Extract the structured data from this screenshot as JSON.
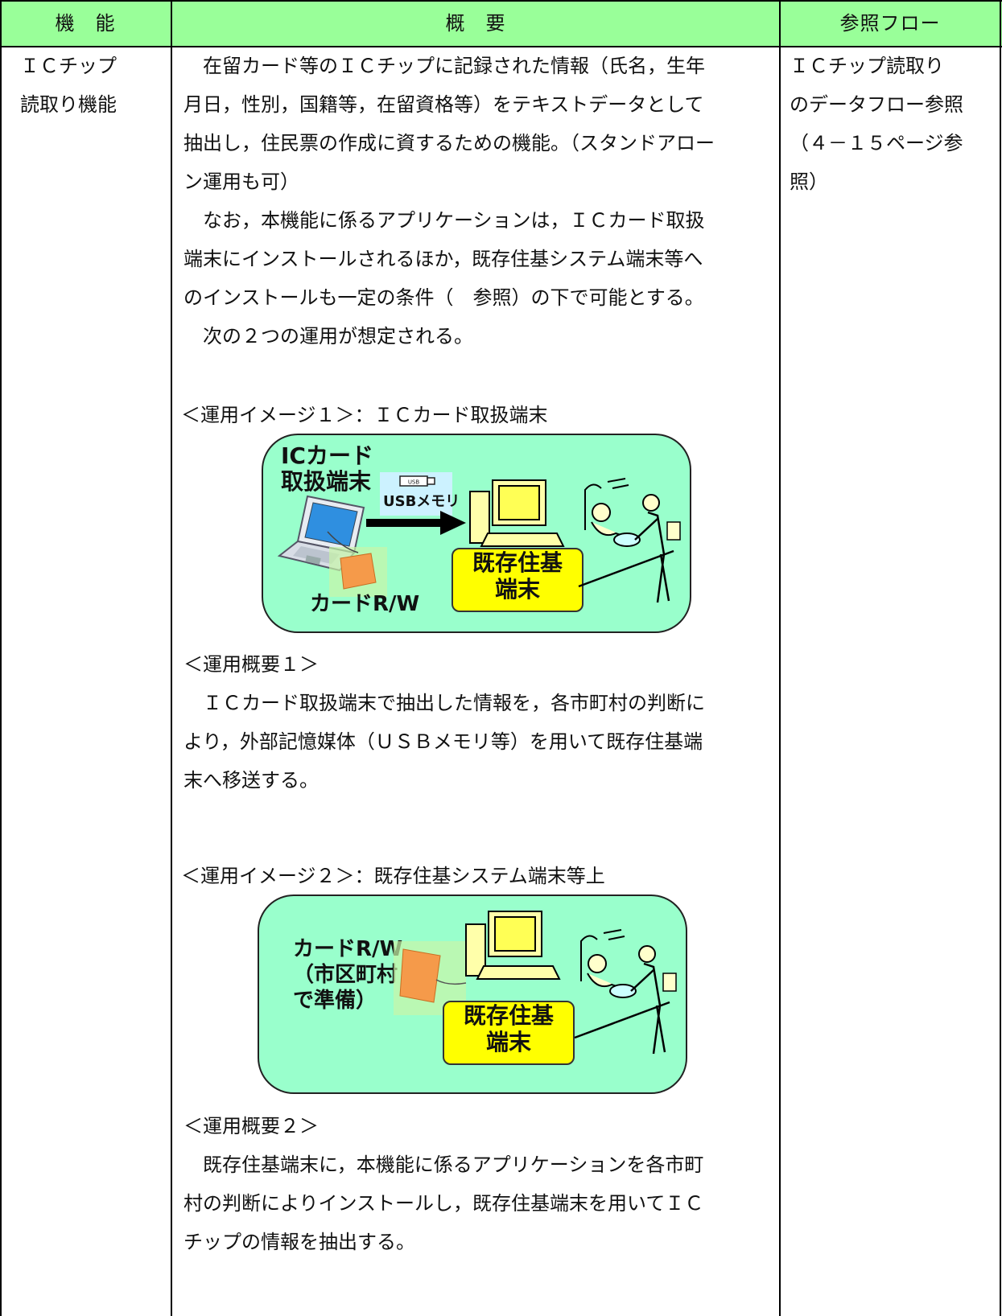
{
  "header": {
    "col1": "機　能",
    "col2": "概　要",
    "col3": "参照フロー"
  },
  "row": {
    "function_lines": [
      "ＩＣチップ",
      "読取り機能"
    ],
    "flow_lines": [
      "ＩＣチップ読取り",
      "のデータフロー参照",
      "（４－１５ページ参",
      "照）"
    ],
    "para1": [
      "　在留カード等のＩＣチップに記録された情報（氏名，生年",
      "月日，性別，国籍等，在留資格等）をテキストデータとして",
      "抽出し，住民票の作成に資するための機能。（スタンドアロー",
      "ン運用も可）"
    ],
    "para2": [
      "　なお，本機能に係るアプリケーションは，ＩＣカード取扱",
      "端末にインストールされるほか，既存住基システム端末等へ",
      "のインストールも一定の条件（　参照）の下で可能とする。"
    ],
    "para3": "　次の２つの運用が想定される。",
    "image1_caption": "＜運用イメージ１＞：ＩＣカード取扱端末",
    "image1": {
      "terminal_label_1": "ICカード",
      "terminal_label_2": "取扱端末",
      "usb_label": "USBメモリ",
      "usb_tag": "USB",
      "reader_label": "カードR/W",
      "juki_label_1": "既存住基",
      "juki_label_2": "端末"
    },
    "summary1_caption": "＜運用概要１＞",
    "summary1": [
      "　ＩＣカード取扱端末で抽出した情報を，各市町村の判断に",
      "より，外部記憶媒体（ＵＳＢメモリ等）を用いて既存住基端",
      "末へ移送する。"
    ],
    "image2_caption": "＜運用イメージ２＞：既存住基システム端末等上",
    "image2": {
      "reader_label_1": "カードR/W",
      "reader_label_2": "（市区町村",
      "reader_label_3": "で準備）",
      "juki_label_1": "既存住基",
      "juki_label_2": "端末"
    },
    "summary2_caption": "＜運用概要２＞",
    "summary2": [
      "　既存住基端末に，本機能に係るアプリケーションを各市町",
      "村の判断によりインストールし，既存住基端末を用いてＩＣ",
      "チップの情報を抽出する。"
    ]
  }
}
